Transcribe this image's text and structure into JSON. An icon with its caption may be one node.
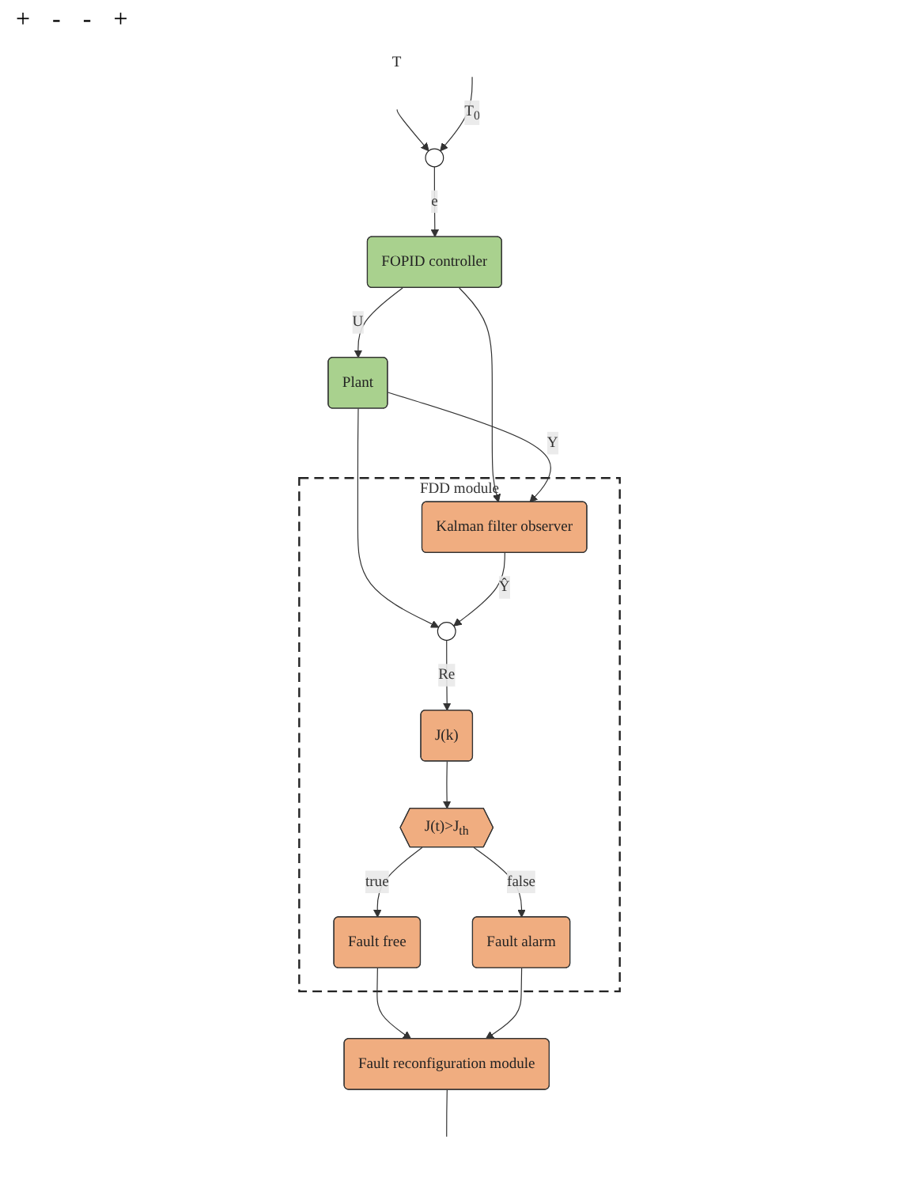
{
  "diagram": {
    "nodes": [
      {
        "text": [
          "FDD module"
        ]
      },
      {
        "text": [
          "T"
        ]
      },
      {
        "text": [],
        "shape": "circle"
      },
      {
        "text": [
          "FOPID controller"
        ]
      },
      {
        "text": [
          "Plant"
        ]
      },
      {
        "text": [
          "Kalman filter observer"
        ],
        "in": 0
      },
      {
        "text": [],
        "shape": "circle",
        "in": 0
      },
      {
        "text": [
          "J(k)"
        ],
        "in": 0
      },
      {
        "text": [
          "J(t)>J$_{th}$"
        ],
        "in": 0
      },
      {
        "text": [
          "Fault alarm"
        ],
        "in": 0
      },
      {
        "text": [
          "Fault free"
        ],
        "in": 0
      },
      {
        "text": [
          "Fault reconfiguration module"
        ]
      }
    ],
    "edges": [
      {
        "from": 1,
        "to": 2,
        "arrow": "to"
      },
      {
        "from": null,
        "to": 2,
        "arrow": "to",
        "label": "T$_{0}$"
      },
      {
        "from": 2,
        "to": 3,
        "arrow": "to",
        "label": "e"
      },
      {
        "from": 3,
        "to": 4,
        "arrow": "to",
        "label": "U"
      },
      {
        "from": 3,
        "to": 5,
        "arrow": "to"
      },
      {
        "from": 4,
        "to": 5,
        "arrow": "to",
        "label": "Y"
      },
      {
        "from": 4,
        "to": 6,
        "arrow": "to"
      },
      {
        "from": 5,
        "to": 6,
        "arrow": "to",
        "label": "Ŷ"
      },
      {
        "from": 6,
        "to": 7,
        "arrow": "to",
        "label": "Re"
      },
      {
        "from": 7,
        "to": 8,
        "arrow": "to"
      },
      {
        "from": 8,
        "to": 9,
        "arrow": "to",
        "label": "false"
      },
      {
        "from": 8,
        "to": 10,
        "arrow": "to",
        "label": "true"
      },
      {
        "from": 10,
        "to": 11,
        "arrow": "to"
      },
      {
        "from": 9,
        "to": 11,
        "arrow": "to"
      },
      {
        "from": 11,
        "to": null,
        "arrow": "none"
      }
    ],
    "labels": [
      "+",
      "-",
      "-",
      "+"
    ]
  }
}
